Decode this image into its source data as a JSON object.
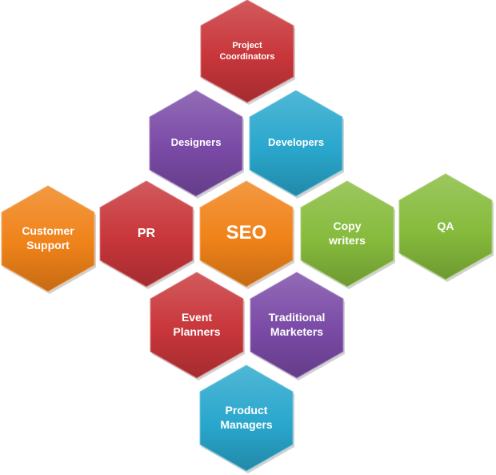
{
  "diagram": {
    "hexagons": [
      {
        "id": "project-coordinators",
        "label_lines": [
          "Project",
          "Coordinators"
        ],
        "color": "#c8363a"
      },
      {
        "id": "designers",
        "label_lines": [
          "Designers"
        ],
        "color": "#7a4aa6"
      },
      {
        "id": "developers",
        "label_lines": [
          "Developers"
        ],
        "color": "#2aa7cd"
      },
      {
        "id": "customer-support",
        "label_lines": [
          "Customer",
          "Support"
        ],
        "color": "#f08219"
      },
      {
        "id": "pr",
        "label_lines": [
          "PR"
        ],
        "color": "#c8363a"
      },
      {
        "id": "seo",
        "label_lines": [
          "SEO"
        ],
        "color": "#f08219"
      },
      {
        "id": "copy-writers",
        "label_lines": [
          "Copy",
          "writers"
        ],
        "color": "#86bb3c"
      },
      {
        "id": "qa",
        "label_lines": [
          "QA"
        ],
        "color": "#86bb3c"
      },
      {
        "id": "event-planners",
        "label_lines": [
          "Event",
          "Planners"
        ],
        "color": "#c8363a"
      },
      {
        "id": "traditional-marketers",
        "label_lines": [
          "Traditional",
          "Marketers"
        ],
        "color": "#7a4aa6"
      },
      {
        "id": "product-managers",
        "label_lines": [
          "Product",
          "Managers"
        ],
        "color": "#2aa7cd"
      }
    ]
  }
}
